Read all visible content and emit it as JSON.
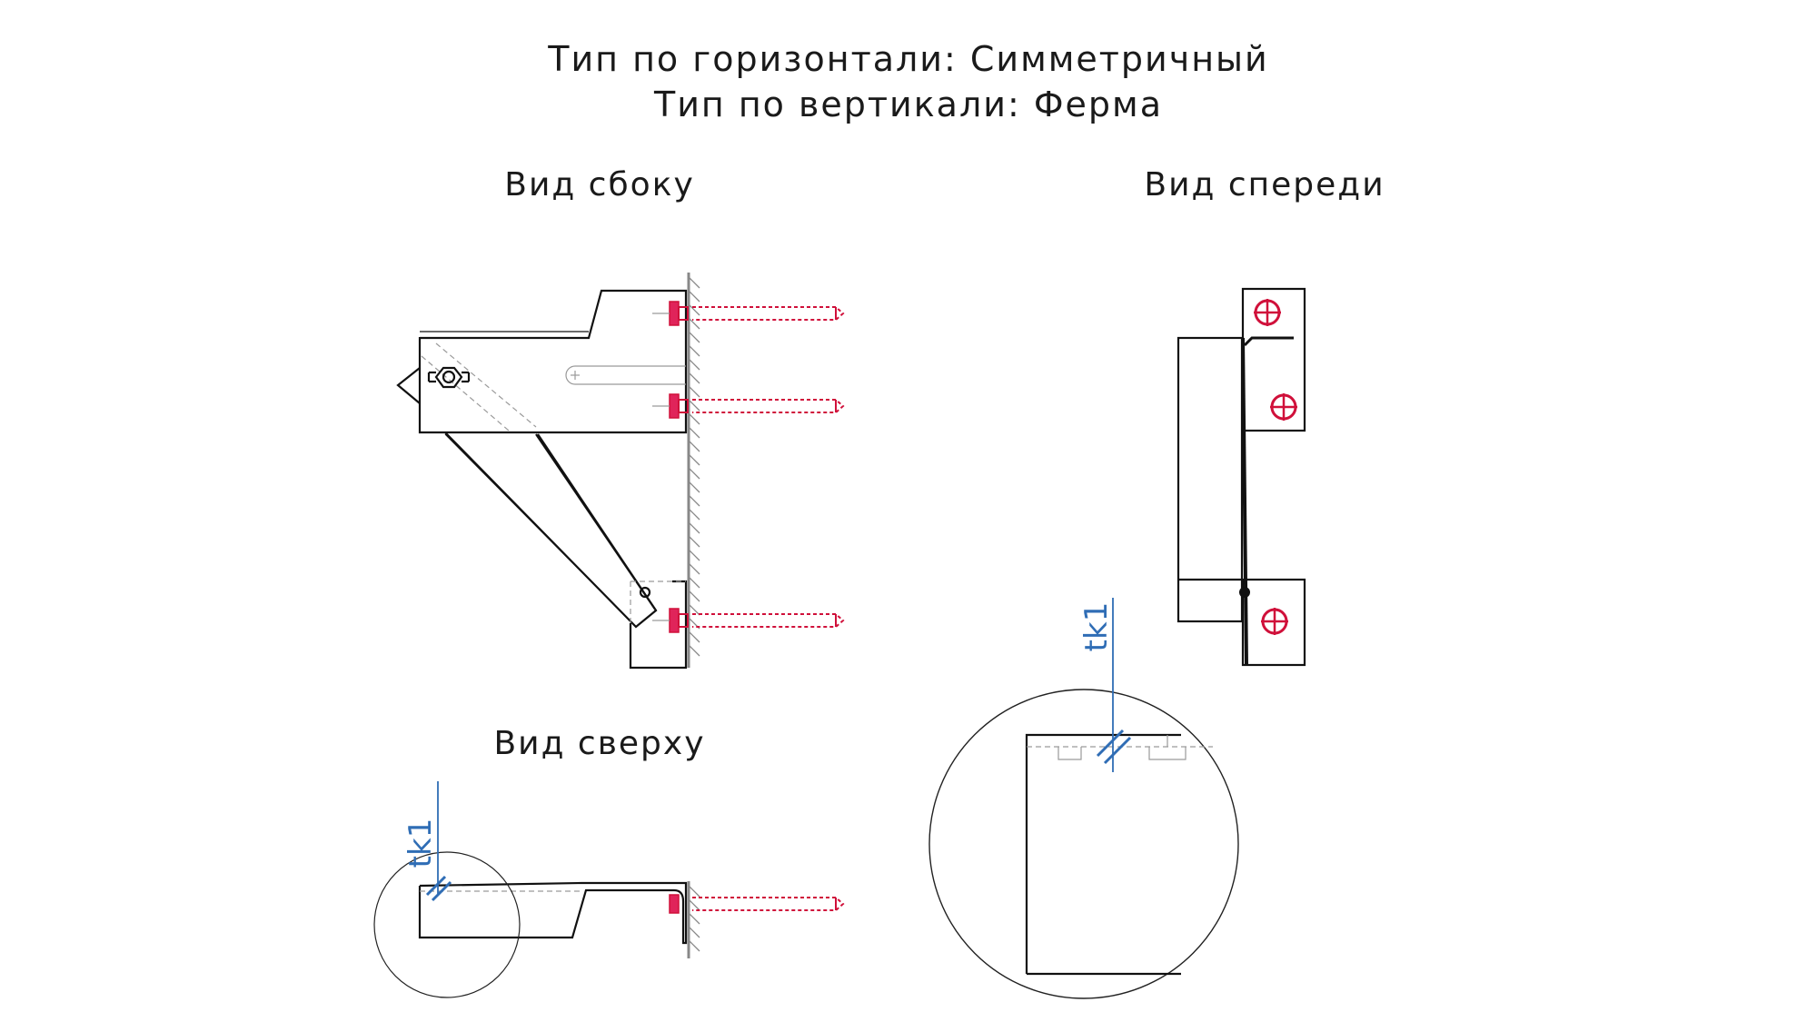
{
  "header": {
    "line1": "Тип по горизонтали: Симметричный",
    "line2": "Тип по вертикали: Ферма"
  },
  "views": {
    "side": "Вид сбоку",
    "front": "Вид спереди",
    "top": "Вид сверху"
  },
  "detail_labels": {
    "top_view": "tk1",
    "detail_circle": "tk1"
  },
  "colors": {
    "anchor": "#d0103a",
    "detail_marker": "#2f6db5",
    "outline": "#111111"
  }
}
